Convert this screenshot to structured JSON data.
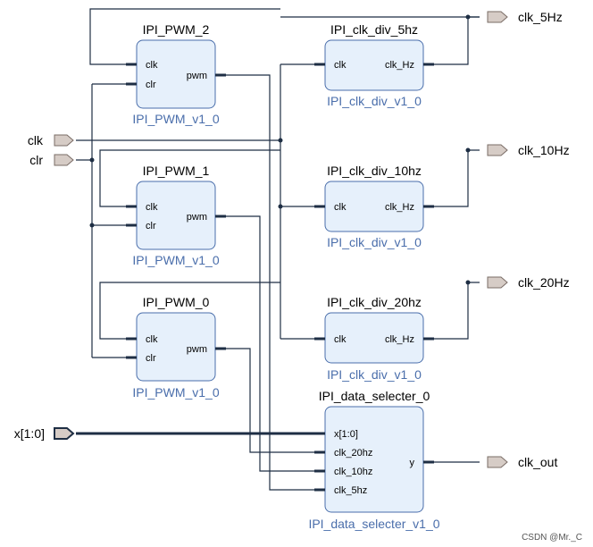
{
  "blocks": [
    {
      "id": "pwm2",
      "title": "IPI_PWM_2",
      "ipname": "IPI_PWM_v1_0",
      "inputs": [
        "clk",
        "clr"
      ],
      "outputs": [
        "pwm"
      ]
    },
    {
      "id": "pwm1",
      "title": "IPI_PWM_1",
      "ipname": "IPI_PWM_v1_0",
      "inputs": [
        "clk",
        "clr"
      ],
      "outputs": [
        "pwm"
      ]
    },
    {
      "id": "pwm0",
      "title": "IPI_PWM_0",
      "ipname": "IPI_PWM_v1_0",
      "inputs": [
        "clk",
        "clr"
      ],
      "outputs": [
        "pwm"
      ]
    },
    {
      "id": "div5",
      "title": "IPI_clk_div_5hz",
      "ipname": "IPI_clk_div_v1_0",
      "inputs": [
        "clk"
      ],
      "outputs": [
        "clk_Hz"
      ]
    },
    {
      "id": "div10",
      "title": "IPI_clk_div_10hz",
      "ipname": "IPI_clk_div_v1_0",
      "inputs": [
        "clk"
      ],
      "outputs": [
        "clk_Hz"
      ]
    },
    {
      "id": "div20",
      "title": "IPI_clk_div_20hz",
      "ipname": "IPI_clk_div_v1_0",
      "inputs": [
        "clk"
      ],
      "outputs": [
        "clk_Hz"
      ]
    },
    {
      "id": "sel",
      "title": "IPI_data_selecter_0",
      "ipname": "IPI_data_selecter_v1_0",
      "inputs": [
        "x[1:0]",
        "clk_20hz",
        "clk_10hz",
        "clk_5hz"
      ],
      "outputs": [
        "y"
      ]
    }
  ],
  "input_ports": [
    {
      "id": "clk",
      "label": "clk"
    },
    {
      "id": "clr",
      "label": "clr"
    },
    {
      "id": "x",
      "label": "x[1:0]"
    }
  ],
  "output_ports": [
    {
      "id": "clk5",
      "label": "clk_5Hz"
    },
    {
      "id": "clk10",
      "label": "clk_10Hz"
    },
    {
      "id": "clk20",
      "label": "clk_20Hz"
    },
    {
      "id": "clkout",
      "label": "clk_out"
    }
  ],
  "watermark": "CSDN @Mr._C"
}
